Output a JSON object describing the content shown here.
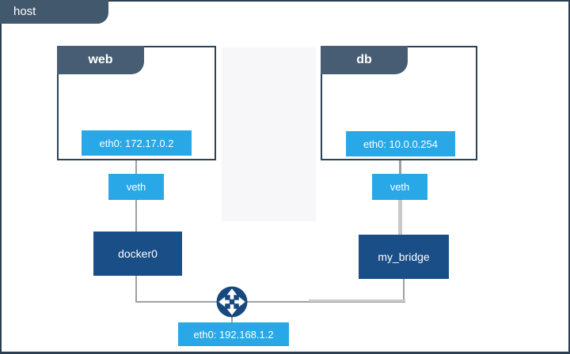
{
  "diagram": {
    "host": {
      "label": "host",
      "interface_label": "eth0: 192.168.1.2"
    },
    "containers": [
      {
        "name": "web",
        "interface_label": "eth0: 172.17.0.2",
        "veth_label": "veth",
        "bridge": "docker0"
      },
      {
        "name": "db",
        "interface_label": "eth0: 10.0.0.254",
        "veth_label": "veth",
        "bridge": "my_bridge"
      }
    ],
    "icons": {
      "router": "router-arrows-icon"
    },
    "colors": {
      "slate_header": "#475D73",
      "host_tab": "#42586D",
      "navy_node": "#1A4E87",
      "azure_label": "#29A8E8",
      "outline": "#2C3F52",
      "connector_line": "#9CA0A4"
    }
  }
}
